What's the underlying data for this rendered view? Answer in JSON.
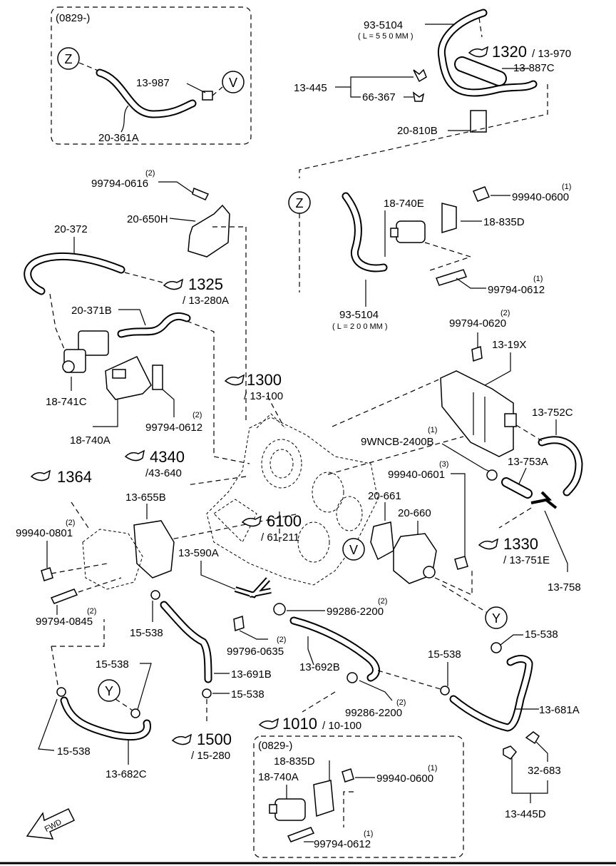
{
  "inset_top": {
    "date_code": "(0829-)",
    "circle_z": "Z",
    "circle_v": "V",
    "part_13_987": "13-987",
    "part_20_361a": "20-361A"
  },
  "inset_bottom": {
    "date_code": "(0829-)",
    "part_18_835d": "18-835D",
    "part_18_740a": "18-740A",
    "part_99940_0600": "99940-0600",
    "qty_99940_0600": "(1)",
    "part_99794_0612": "99794-0612",
    "qty_99794_0612": "(1)"
  },
  "circles": {
    "z": "Z",
    "v": "V",
    "y": "Y"
  },
  "refs": [
    {
      "id": "1320",
      "sub": "/ 13-970"
    },
    {
      "id": "1325",
      "sub": "/ 13-280A"
    },
    {
      "id": "1300",
      "sub": "/ 13-100"
    },
    {
      "id": "4340",
      "sub": "/43-640"
    },
    {
      "id": "1364",
      "sub": ""
    },
    {
      "id": "6100",
      "sub": "/ 61-211"
    },
    {
      "id": "1330",
      "sub": "/ 13-751E"
    },
    {
      "id": "1500",
      "sub": "/ 15-280"
    },
    {
      "id": "1010",
      "sub": "/ 10-100"
    }
  ],
  "labels": {
    "p93_5104_top": "93-5104",
    "len_top": "( L = 5 5 0 MM )",
    "p13_445": "13-445",
    "p66_367": "66-367",
    "p13_887c": "13-887C",
    "p20_810b": "20-810B",
    "p99794_0616": "99794-0616",
    "q99794_0616": "(2)",
    "p20_650h": "20-650H",
    "p20_372": "20-372",
    "p18_740e": "18-740E",
    "p99940_0600": "99940-0600",
    "q99940_0600": "(1)",
    "p18_835d": "18-835D",
    "p99794_0612": "99794-0612",
    "q99794_0612": "(1)",
    "p93_5104_mid": "93-5104",
    "len_mid": "( L = 2 0 0 MM )",
    "p20_371b": "20-371B",
    "p18_741c": "18-741C",
    "p99794_0612b": "99794-0612",
    "q99794_0612b": "(2)",
    "p18_740a": "18-740A",
    "p99794_0620": "99794-0620",
    "q99794_0620": "(2)",
    "p13_19x": "13-19X",
    "p13_752c": "13-752C",
    "p9wncb": "9WNCB-2400B",
    "q9wncb": "(1)",
    "p13_753a": "13-753A",
    "p99940_0601": "99940-0601",
    "q99940_0601": "(3)",
    "p20_661": "20-661",
    "p20_660": "20-660",
    "p13_758": "13-758",
    "p13_655b": "13-655B",
    "p99940_0801": "99940-0801",
    "q99940_0801": "(2)",
    "p99794_0845": "99794-0845",
    "q99794_0845": "(2)",
    "p13_590a": "13-590A",
    "p99286_2200a": "99286-2200",
    "q99286_2200a": "(2)",
    "p15_538_a": "15-538",
    "p99796_0635": "99796-0635",
    "q99796_0635": "(2)",
    "p15_538_b": "15-538",
    "p15_538_c": "15-538",
    "p13_691b": "13-691B",
    "p13_692b": "13-692B",
    "p15_538_d": "15-538",
    "p15_538_e": "15-538",
    "p15_538_f": "15-538",
    "p99286_2200b": "99286-2200",
    "q99286_2200b": "(2)",
    "p13_681a": "13-681A",
    "p13_682c": "13-682C",
    "p32_683": "32-683",
    "p13_445d": "13-445D",
    "fwd": "FWD"
  }
}
